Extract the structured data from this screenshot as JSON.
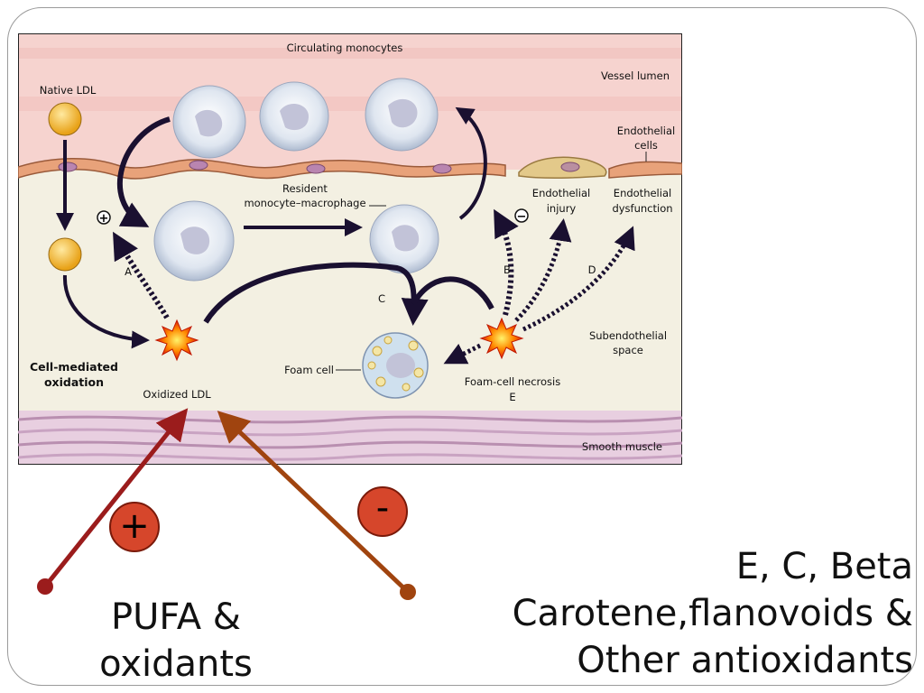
{
  "diagram": {
    "circulating_monocytes": "Circulating monocytes",
    "vessel_lumen": "Vessel lumen",
    "native_ldl": "Native LDL",
    "endothelial_cells": [
      "Endothelial",
      "cells"
    ],
    "resident_macrophage": [
      "Resident",
      "monocyte–macrophage"
    ],
    "endothelial_injury": [
      "Endothelial",
      "injury"
    ],
    "endothelial_dysfunction": [
      "Endothelial",
      "dysfunction"
    ],
    "label_a": "A",
    "label_b": "B",
    "label_c": "C",
    "label_d": "D",
    "label_e": "E",
    "plus_sign": "+",
    "minus_sign": "−",
    "subendothelial_space": [
      "Subendothelial",
      "space"
    ],
    "cell_mediated_oxidation": [
      "Cell-mediated",
      "oxidation"
    ],
    "foam_cell": "Foam cell",
    "foam_cell_necrosis": "Foam-cell necrosis",
    "oxidized_ldl": "Oxidized LDL",
    "smooth_muscle": "Smooth muscle"
  },
  "badges": {
    "plus": "+",
    "minus": "-"
  },
  "captions": {
    "left": [
      "PUFA &",
      "oxidants"
    ],
    "right": [
      "E, C, Beta",
      "Carotene,flanovoids &",
      "Other antioxidants"
    ]
  },
  "colors": {
    "lumen": "#f6d3cf",
    "subendothelium": "#f3f0e2",
    "badge": "#d6462b",
    "arrow_promote": "#9b1c1c",
    "arrow_inhibit": "#a0440f"
  }
}
